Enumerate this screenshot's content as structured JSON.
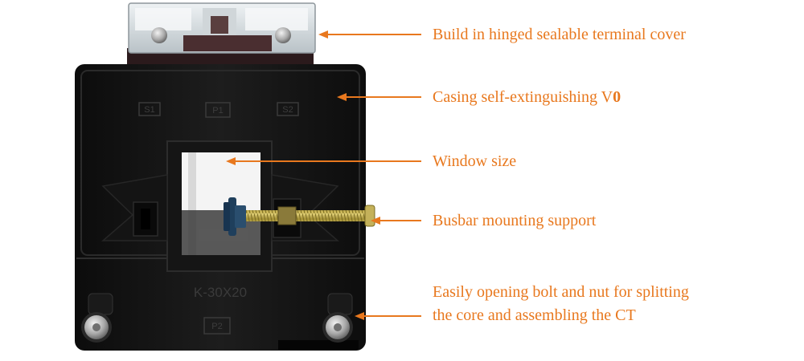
{
  "accent_color": "#e8781e",
  "callouts": {
    "terminal_cover": "Build in hinged sealable terminal cover",
    "casing_prefix": "Casing self-extinguishing V",
    "casing_suffix": "0",
    "window": "Window size",
    "busbar": "Busbar mounting support",
    "bolt_line1": "Easily opening bolt and nut for splitting",
    "bolt_line2": "the core and assembling the CT"
  },
  "device_markings": {
    "top_left": "S1",
    "top_center": "P1",
    "top_right": "S2",
    "model": "K-30X20",
    "bottom": "P2"
  },
  "icons": {
    "screw": "screw-head-icon",
    "bolt": "bolt-icon"
  }
}
